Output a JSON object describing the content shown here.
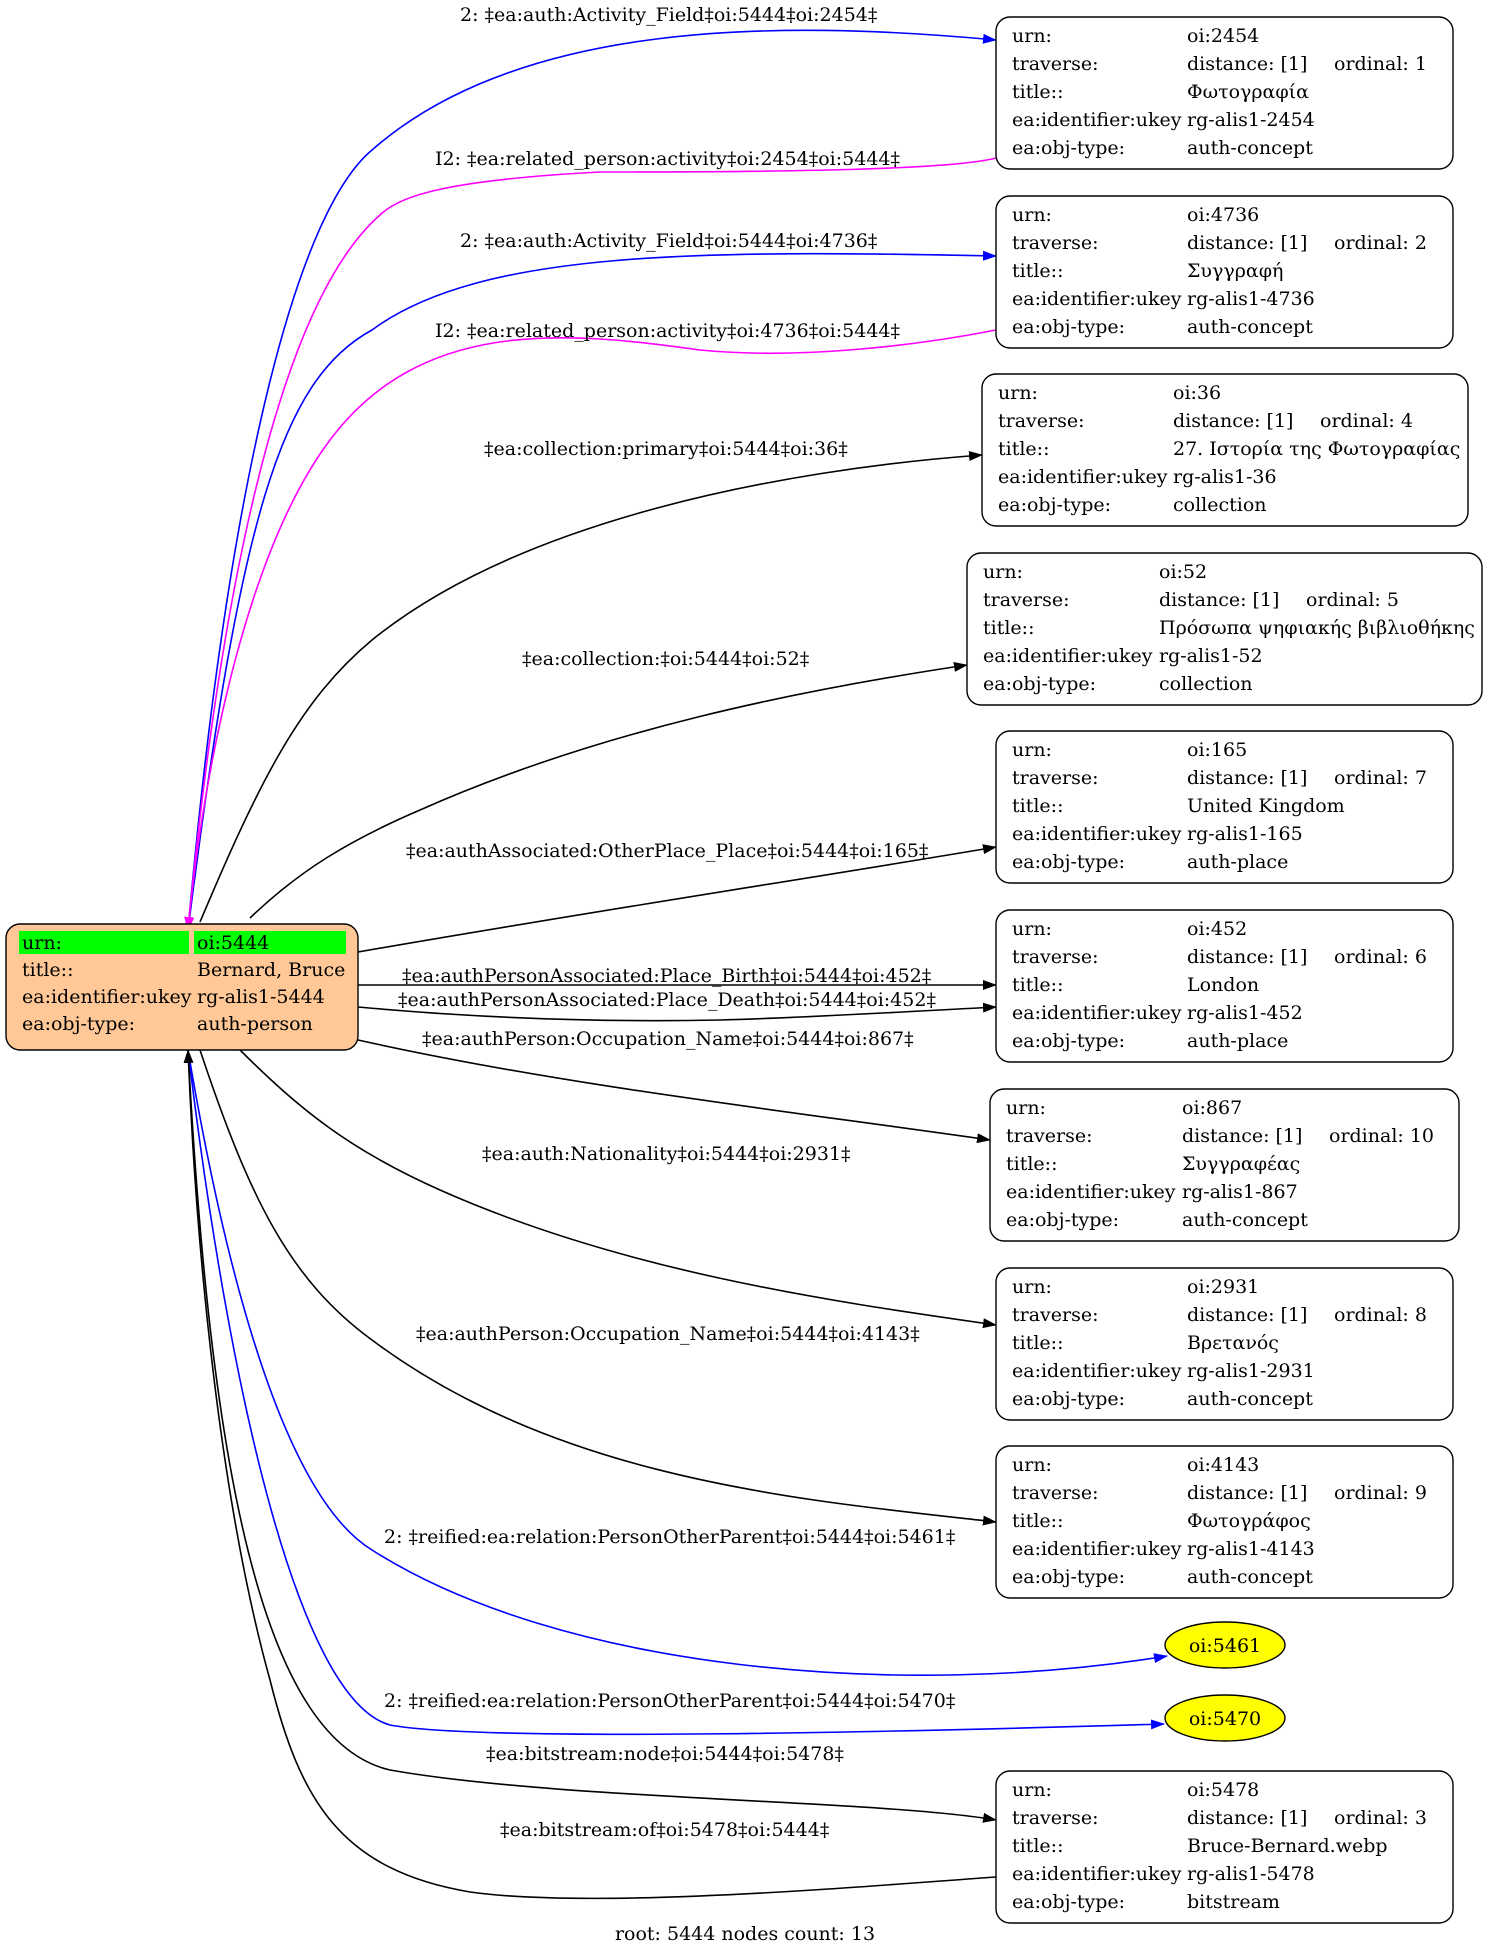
{
  "root_node": {
    "rows": [
      {
        "key": "urn:",
        "value": "oi:5444"
      },
      {
        "key": "title::",
        "value": "Bernard, Bruce"
      },
      {
        "key": "ea:identifier:ukey",
        "value": "rg-alis1-5444"
      },
      {
        "key": "ea:obj-type:",
        "value": "auth-person"
      }
    ],
    "fill": "#ffc896",
    "highlight": "#00ff00"
  },
  "nodes": [
    {
      "urn": "oi:2454",
      "distance": "distance: [1]",
      "ordinal": "ordinal: 1",
      "title": "Φωτογραφία",
      "ukey": "rg-alis1-2454",
      "type": "auth-concept"
    },
    {
      "urn": "oi:4736",
      "distance": "distance: [1]",
      "ordinal": "ordinal: 2",
      "title": "Συγγραφή",
      "ukey": "rg-alis1-4736",
      "type": "auth-concept"
    },
    {
      "urn": "oi:36",
      "distance": "distance: [1]",
      "ordinal": "ordinal: 4",
      "title": "27. Ιστορία της Φωτογραφίας",
      "ukey": "rg-alis1-36",
      "type": "collection"
    },
    {
      "urn": "oi:52",
      "distance": "distance: [1]",
      "ordinal": "ordinal: 5",
      "title": "Πρόσωπα ψηφιακής βιβλιοθήκης",
      "ukey": "rg-alis1-52",
      "type": "collection"
    },
    {
      "urn": "oi:165",
      "distance": "distance: [1]",
      "ordinal": "ordinal: 7",
      "title": "United Kingdom",
      "ukey": "rg-alis1-165",
      "type": "auth-place"
    },
    {
      "urn": "oi:452",
      "distance": "distance: [1]",
      "ordinal": "ordinal: 6",
      "title": "London",
      "ukey": "rg-alis1-452",
      "type": "auth-place"
    },
    {
      "urn": "oi:867",
      "distance": "distance: [1]",
      "ordinal": "ordinal: 10",
      "title": "Συγγραφέας",
      "ukey": "rg-alis1-867",
      "type": "auth-concept"
    },
    {
      "urn": "oi:2931",
      "distance": "distance: [1]",
      "ordinal": "ordinal: 8",
      "title": "Βρετανός",
      "ukey": "rg-alis1-2931",
      "type": "auth-concept"
    },
    {
      "urn": "oi:4143",
      "distance": "distance: [1]",
      "ordinal": "ordinal: 9",
      "title": "Φωτογράφος",
      "ukey": "rg-alis1-4143",
      "type": "auth-concept"
    },
    {
      "urn": "oi:5478",
      "distance": "distance: [1]",
      "ordinal": "ordinal: 3",
      "title": "Bruce-Bernard.webp",
      "ukey": "rg-alis1-5478",
      "type": "bitstream"
    }
  ],
  "row_labels": {
    "urn": "urn:",
    "traverse": "traverse:",
    "title": "title::",
    "ukey": "ea:identifier:ukey",
    "type": "ea:obj-type:"
  },
  "ellipse_nodes": [
    {
      "label": "oi:5461"
    },
    {
      "label": "oi:5470"
    }
  ],
  "ellipse_fill": "#ffff00",
  "edge_labels": [
    "2: ‡ea:auth:Activity_Field‡oi:5444‡oi:2454‡",
    "I2: ‡ea:related_person:activity‡oi:2454‡oi:5444‡",
    "2: ‡ea:auth:Activity_Field‡oi:5444‡oi:4736‡",
    "I2: ‡ea:related_person:activity‡oi:4736‡oi:5444‡",
    "‡ea:collection:primary‡oi:5444‡oi:36‡",
    "‡ea:collection:‡oi:5444‡oi:52‡",
    "‡ea:authAssociated:OtherPlace_Place‡oi:5444‡oi:165‡",
    "‡ea:authPersonAssociated:Place_Birth‡oi:5444‡oi:452‡",
    "‡ea:authPersonAssociated:Place_Death‡oi:5444‡oi:452‡",
    "‡ea:authPerson:Occupation_Name‡oi:5444‡oi:867‡",
    "‡ea:auth:Nationality‡oi:5444‡oi:2931‡",
    "‡ea:authPerson:Occupation_Name‡oi:5444‡oi:4143‡",
    "2: ‡reified:ea:relation:PersonOtherParent‡oi:5444‡oi:5461‡",
    "2: ‡reified:ea:relation:PersonOtherParent‡oi:5444‡oi:5470‡",
    "‡ea:bitstream:node‡oi:5444‡oi:5478‡",
    "‡ea:bitstream:of‡oi:5478‡oi:5444‡"
  ],
  "edge_colors": {
    "forward": "#0000ff",
    "inverse": "#ff00ff",
    "plain": "#000000"
  },
  "footer": "root: 5444 nodes count: 13"
}
